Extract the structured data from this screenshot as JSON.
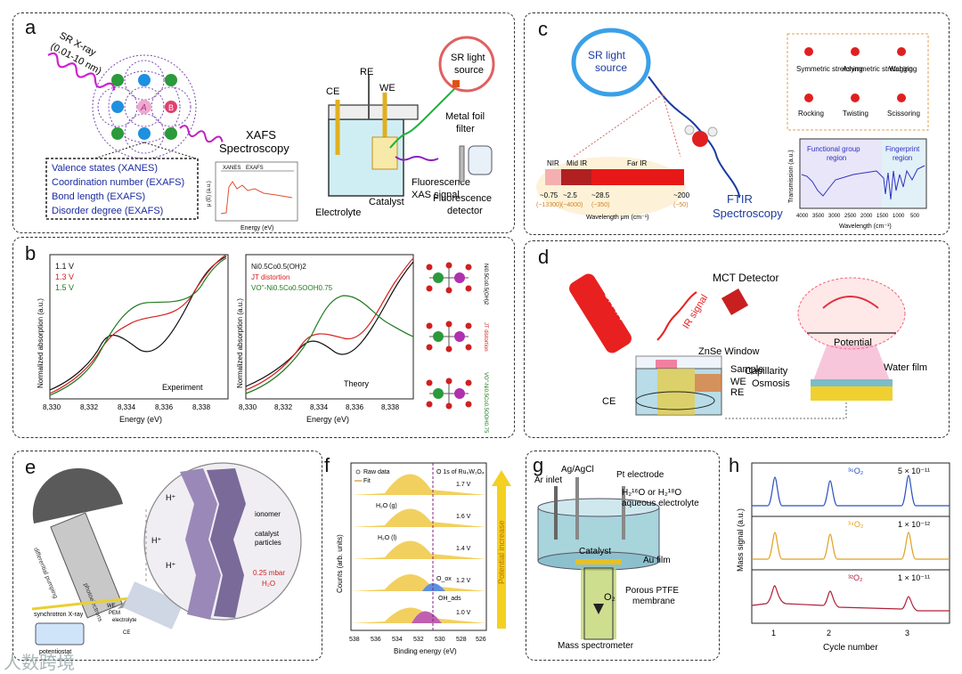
{
  "panels": {
    "a": {
      "label": "a",
      "xray_label": "SR X-ray",
      "xray_range": "(0.01-10 nm)",
      "xafs_title": "XAFS",
      "xafs_sub": "Spectroscopy",
      "info_lines": [
        "Valence states (XANES)",
        "Coordination number (EXAFS)",
        "Bond  length (EXAFS)",
        "Disorder degree (EXAFS)"
      ],
      "inset_xanes": "XANES",
      "inset_exafs": "EXAFS",
      "inset_ylabel": "μ (E) (a.u.)",
      "inset_xlabel": "Energy (eV)",
      "ce": "CE",
      "re": "RE",
      "we": "WE",
      "sr_light": "SR light",
      "source": "source",
      "metal_foil": "Metal foil",
      "filter": "filter",
      "electrolyte": "Electrolyte",
      "catalyst": "Catalyst",
      "fluorescence": "Fluorescence",
      "xas_signal": "XAS signal",
      "fluor_det1": "Fluorescence",
      "fluor_det2": "detector",
      "atom_a": "A",
      "atom_b": "B"
    },
    "b": {
      "label": "b",
      "legend": [
        "1.1 V",
        "1.3 V",
        "1.5 V"
      ],
      "legend_colors": [
        "#111111",
        "#d62020",
        "#1f7a1f"
      ],
      "exp_label": "Experiment",
      "theory_label": "Theory",
      "ylabel": "Normalized absorption (a.u.)",
      "xlabel": "Energy (eV)",
      "xticks": [
        "8,330",
        "8,332",
        "8,334",
        "8,336",
        "8,338"
      ],
      "theory_legend": [
        "Ni0.5Co0.5(OH)2",
        "JT distortion",
        "VO''-Ni0.5Co0.5OOH0.75"
      ],
      "struct_labels": [
        "Ni0.5Co0.5(OH)2",
        "JT distortion",
        "VO''-Ni0.5Co0.5OOH0.75"
      ]
    },
    "c": {
      "label": "c",
      "sr_light": "SR light",
      "source": "source",
      "ftir": "FTIR",
      "spectroscopy": "Spectroscopy",
      "bands": [
        "NIR",
        "Mid IR",
        "Far IR"
      ],
      "wl_ticks": [
        "~0.75",
        "~2.5",
        "~28.5",
        "~200"
      ],
      "wn_ticks": [
        "(~13300)",
        "(~4000)",
        "(~350)",
        "(~50)"
      ],
      "wl_axis": "Wavelength μm (cm⁻¹)",
      "modes": [
        "Symmetric stretching",
        "Asymmetric stretching",
        "Wagging",
        "Rocking",
        "Twisting",
        "Scissoring"
      ],
      "func_group": "Functional group",
      "region1": "region",
      "fingerprint": "Fingerprint",
      "region2": "region",
      "spec_ylabel": "Transmission (a.u.)",
      "spec_xlabel": "Wavelength (cm⁻¹)",
      "spec_xticks": [
        "4000",
        "3500",
        "3000",
        "2500",
        "2000",
        "1500",
        "1000",
        "500"
      ]
    },
    "d": {
      "label": "d",
      "sr_ir": "SR-IR",
      "ir_signal": "IR signal",
      "mct": "MCT Detector",
      "znse": "ZnSe Window",
      "sample": "Sample",
      "we": "WE",
      "re": "RE",
      "ce": "CE",
      "potential": "Potential",
      "capillarity": "Capillarity",
      "osmosis": "Osmosis",
      "water_film": "Water film"
    },
    "e": {
      "label": "e",
      "hplus": [
        "H⁺",
        "H⁺",
        "H⁺"
      ],
      "ionomer": "ionomer",
      "catalyst_particles": [
        "catalyst",
        "particles"
      ],
      "pressure": "0.25 mbar",
      "water": "H₂O",
      "synchrotron": "synchrotron X-ray",
      "diff_pumping": "differential pumping",
      "photoelectrons": "photoelectrons",
      "potentiostat": "potentiostat",
      "we": "WE",
      "pem": "PEM",
      "electrolyte": "electrolyte",
      "ce": "CE"
    },
    "f": {
      "label": "f",
      "legend_raw": "Raw data",
      "legend_fit": "Fit",
      "title": "O 1s of Ru₀W₁O₄",
      "voltages": [
        "1.7 V",
        "1.6 V",
        "1.4 V",
        "1.2 V",
        "1.0 V"
      ],
      "peaks": [
        "H₂O (g)",
        "H₂O (l)",
        "O_ox",
        "OH_ads"
      ],
      "ylabel": "Counts (arb. units)",
      "xlabel": "Binding energy (eV)",
      "xticks": [
        "538",
        "536",
        "534",
        "532",
        "530",
        "528",
        "526"
      ],
      "arrow_label": "Potential increase"
    },
    "g": {
      "label": "g",
      "ar_inlet": "Ar inlet",
      "ag_agcl": "Ag/AgCl",
      "pt_electrode": "Pt electrode",
      "electrolyte1": "H₂¹⁶O or H₂¹⁸O",
      "electrolyte2": "aqueous electrolyte",
      "catalyst": "Catalyst",
      "au_film": "Au film",
      "ptfe1": "Porous PTFE",
      "ptfe2": "membrane",
      "o2": "O₂",
      "ms": "Mass spectrometer"
    },
    "h": {
      "label": "h",
      "series": [
        {
          "name": "³⁶O₂",
          "scale": "5 × 10⁻¹¹",
          "color": "#2a4fbf"
        },
        {
          "name": "³⁴O₂",
          "scale": "1 × 10⁻¹²",
          "color": "#e0a020"
        },
        {
          "name": "³²O₂",
          "scale": "1 × 10⁻¹¹",
          "color": "#b0203a"
        }
      ],
      "ylabel": "Mass signal (a.u.)",
      "xlabel": "Cycle number",
      "xticks": [
        "1",
        "2",
        "3"
      ]
    }
  },
  "watermark": "人数跨境"
}
